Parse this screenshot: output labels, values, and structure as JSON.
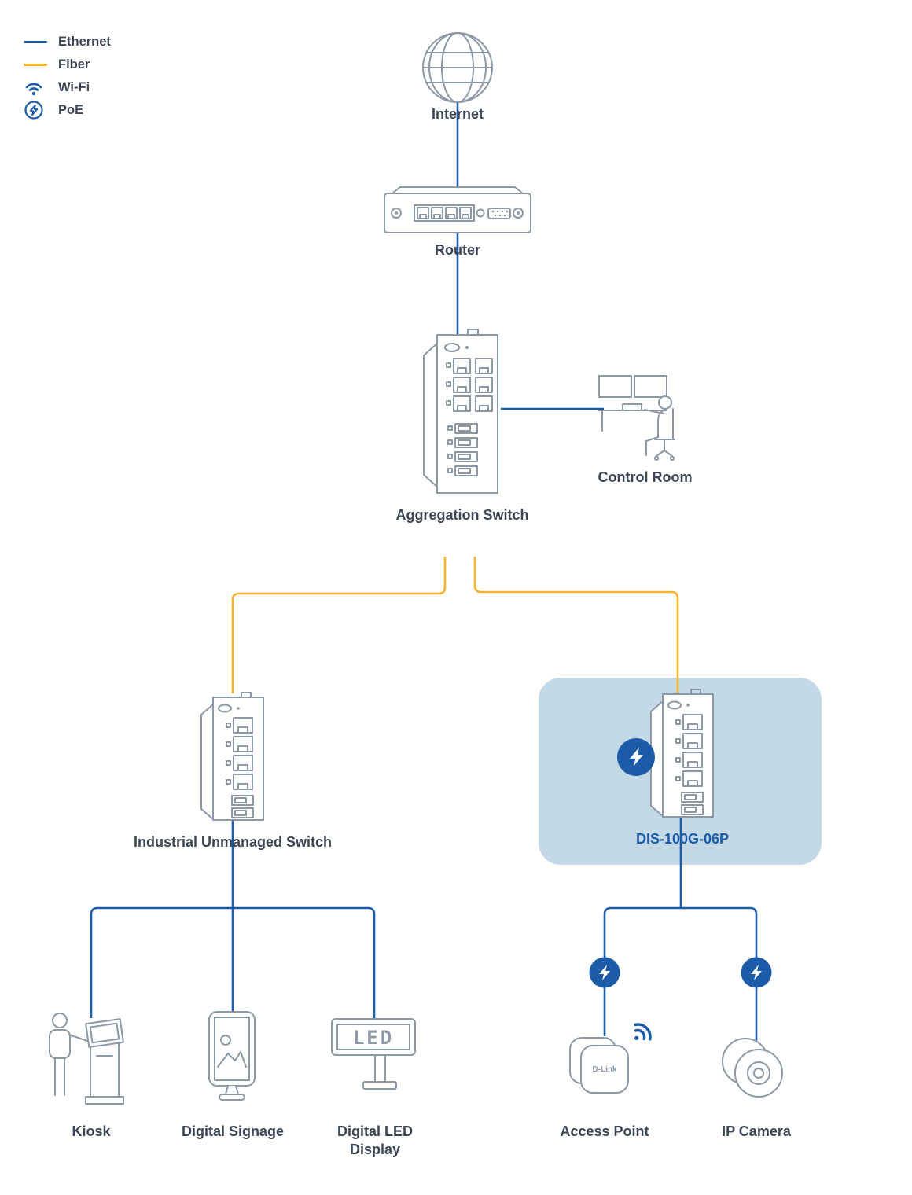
{
  "title": "PoE industrial switch network topology",
  "colors": {
    "ethernet_line": "#1b5ba8",
    "fiber_line": "#f6b42c",
    "device_outline": "#8d98a6",
    "label_text": "#3d4656",
    "accent_blue": "#1b5ba8",
    "highlight_fill": "#c3d9e5"
  },
  "legend": {
    "items": [
      {
        "label": "Ethernet",
        "type": "ethernet-line"
      },
      {
        "label": "Fiber",
        "type": "fiber-line"
      },
      {
        "label": "Wi-Fi",
        "type": "wifi-icon"
      },
      {
        "label": "PoE",
        "type": "poe-icon"
      }
    ]
  },
  "nodes": {
    "internet": {
      "label": "Internet"
    },
    "router": {
      "label": "Router"
    },
    "aggregation_switch": {
      "label": "Aggregation Switch"
    },
    "control_room": {
      "label": "Control Room"
    },
    "industrial_switch": {
      "label": "Industrial Unmanaged Switch"
    },
    "dis_switch": {
      "label": "DIS-100G-06P",
      "highlighted": true
    },
    "kiosk": {
      "label": "Kiosk"
    },
    "digital_signage": {
      "label": "Digital Signage"
    },
    "led_display": {
      "label": "Digital LED Display",
      "screen_text": "LED"
    },
    "access_point": {
      "label": "Access Point",
      "logo_text": "D-Link"
    },
    "ip_camera": {
      "label": "IP Camera"
    }
  },
  "connections": [
    {
      "from": "internet",
      "to": "router",
      "type": "ethernet"
    },
    {
      "from": "router",
      "to": "aggregation_switch",
      "type": "ethernet"
    },
    {
      "from": "aggregation_switch",
      "to": "control_room",
      "type": "ethernet"
    },
    {
      "from": "aggregation_switch",
      "to": "industrial_switch",
      "type": "fiber"
    },
    {
      "from": "aggregation_switch",
      "to": "dis_switch",
      "type": "fiber"
    },
    {
      "from": "industrial_switch",
      "to": "kiosk",
      "type": "ethernet"
    },
    {
      "from": "industrial_switch",
      "to": "digital_signage",
      "type": "ethernet"
    },
    {
      "from": "industrial_switch",
      "to": "led_display",
      "type": "ethernet"
    },
    {
      "from": "dis_switch",
      "to": "access_point",
      "type": "ethernet-poe"
    },
    {
      "from": "dis_switch",
      "to": "ip_camera",
      "type": "ethernet-poe"
    }
  ]
}
